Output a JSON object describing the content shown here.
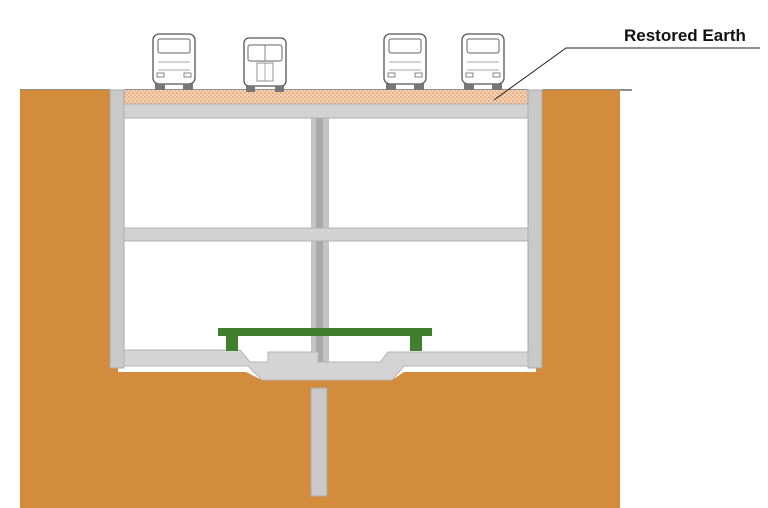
{
  "annotation": {
    "restored_earth_label": "Restored Earth"
  },
  "vehicles": [
    {
      "kind": "bus-rear"
    },
    {
      "kind": "bus-front"
    },
    {
      "kind": "bus-rear"
    },
    {
      "kind": "bus-rear"
    }
  ],
  "colors": {
    "soil": "#D28C3C",
    "restored_earth": "#F2C9A8",
    "concrete": "#C9C9C9",
    "concrete_edge": "#A8A8A8",
    "steel_deck": "#3F7F2E",
    "vehicle_outline": "#555555",
    "leader_line": "#222222"
  }
}
